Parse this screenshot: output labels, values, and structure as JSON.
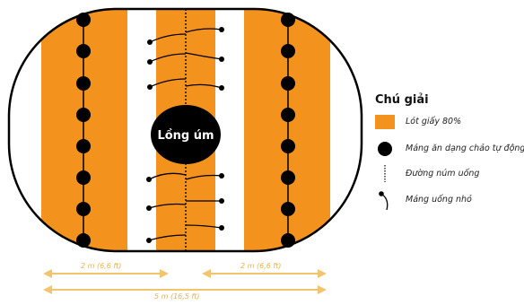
{
  "center_label": "Lồng úm",
  "legend": {
    "title": "Chú giải",
    "items": [
      {
        "icon": "orange-paper-swatch",
        "label": "Lót giấy 80%"
      },
      {
        "icon": "feeder-pan-dot",
        "label": "Máng ăn dạng chảo tự động"
      },
      {
        "icon": "nipple-line-dotted",
        "label": "Đường núm uống"
      },
      {
        "icon": "small-drinker-hook",
        "label": "Máng uống nhỏ"
      }
    ]
  },
  "dimensions": {
    "left": "2 m (6,6 ft)",
    "right": "2 m (6,6 ft)",
    "total": "5 m (16,5 ft)"
  },
  "colors": {
    "paper": "#f4921e",
    "feeder": "#000000",
    "dimension": "#f2c46d",
    "brooder_outline": "#000000"
  }
}
